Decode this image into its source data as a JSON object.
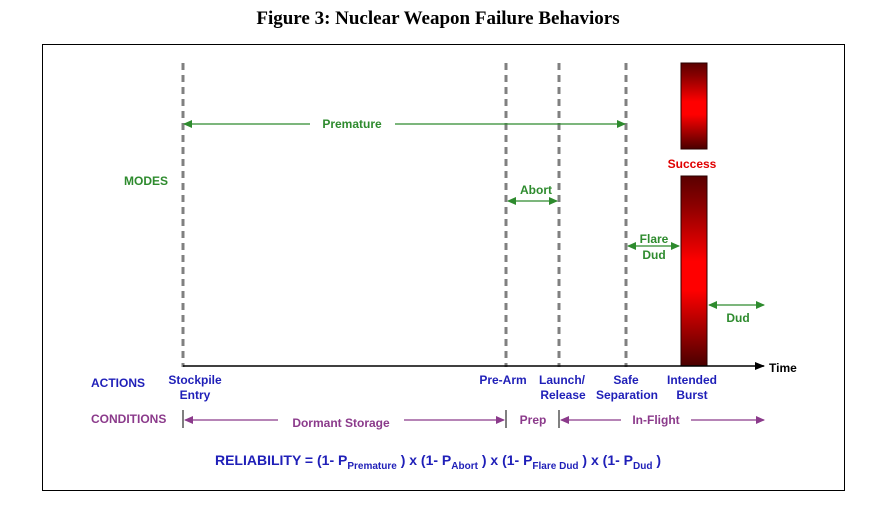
{
  "title": "Figure 3: Nuclear Weapon Failure Behaviors",
  "colors": {
    "modes": "#2e8b2e",
    "actions": "#1f1fb8",
    "conditions": "#8b3a8b",
    "success": "#e00000",
    "dashed_line": "#808080",
    "axis": "#000000"
  },
  "row_labels": {
    "modes": "MODES",
    "actions": "ACTIONS",
    "conditions": "CONDITIONS"
  },
  "axis": {
    "label": "Time"
  },
  "modes": {
    "premature": "Premature",
    "abort": "Abort",
    "flare_dud_line1": "Flare",
    "flare_dud_line2": "Dud",
    "dud": "Dud",
    "success": "Success"
  },
  "actions": {
    "stockpile_line1": "Stockpile",
    "stockpile_line2": "Entry",
    "pre_arm": "Pre-Arm",
    "launch_line1": "Launch/",
    "launch_line2": "Release",
    "safe_line1": "Safe",
    "safe_line2": "Separation",
    "intended_line1": "Intended",
    "intended_line2": "Burst"
  },
  "conditions": {
    "dormant": "Dormant Storage",
    "prep": "Prep",
    "inflight": "In-Flight"
  },
  "formula": {
    "lead": "RELIABILITY  =  (1- P",
    "sub1": "Premature",
    "mid1": " ) x (1- P",
    "sub2": "Abort",
    "mid2": " ) x (1- P",
    "sub3": "Flare Dud",
    "mid3": " ) x (1- P",
    "sub4": "Dud",
    "tail": " )"
  }
}
